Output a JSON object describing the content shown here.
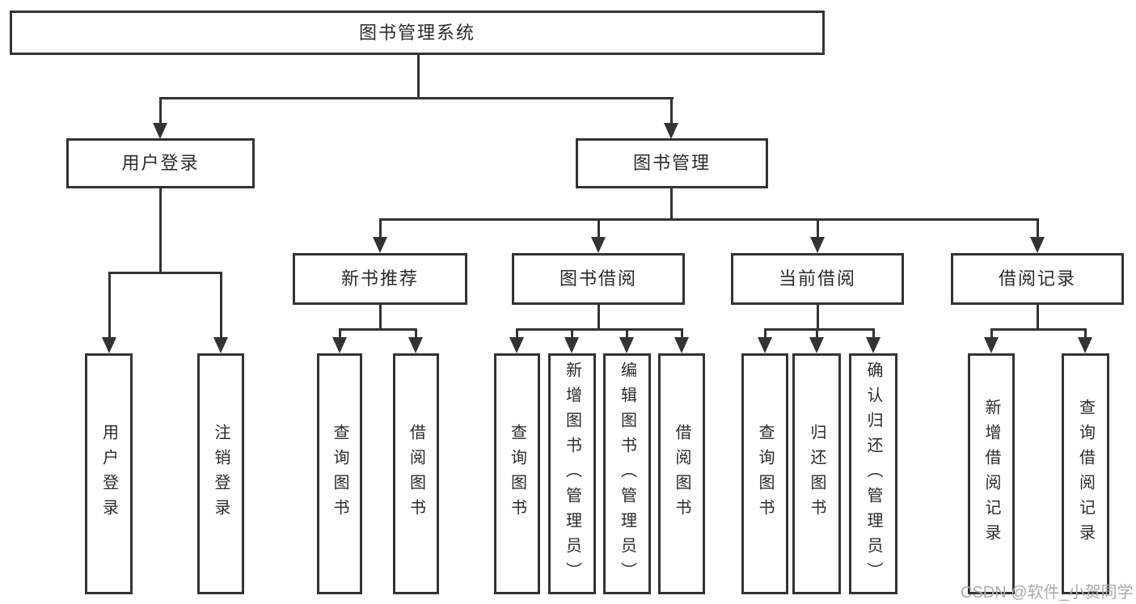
{
  "diagram": {
    "tree": {
      "root": {
        "label": "图书管理系统",
        "children": [
          {
            "label": "用户登录",
            "children": [
              {
                "label": "用户登录"
              },
              {
                "label": "注销登录"
              }
            ]
          },
          {
            "label": "图书管理",
            "children": [
              {
                "label": "新书推荐",
                "children": [
                  {
                    "label": "查询图书"
                  },
                  {
                    "label": "借阅图书"
                  }
                ]
              },
              {
                "label": "图书借阅",
                "children": [
                  {
                    "label": "查询图书"
                  },
                  {
                    "label": "新增图书（管理员）"
                  },
                  {
                    "label": "编辑图书（管理员）"
                  },
                  {
                    "label": "借阅图书"
                  }
                ]
              },
              {
                "label": "当前借阅",
                "children": [
                  {
                    "label": "查询图书"
                  },
                  {
                    "label": "归还图书"
                  },
                  {
                    "label": "确认归还（管理员）"
                  }
                ]
              },
              {
                "label": "借阅记录",
                "children": [
                  {
                    "label": "新增借阅记录"
                  },
                  {
                    "label": "查询借阅记录"
                  }
                ]
              }
            ]
          }
        ]
      }
    },
    "colors": {
      "line": "#333333",
      "text": "#2b2b2b",
      "background": "#ffffff",
      "watermark_text": "#aaaaaa"
    }
  },
  "watermark": {
    "text": "CSDN @软件_小贺同学"
  }
}
